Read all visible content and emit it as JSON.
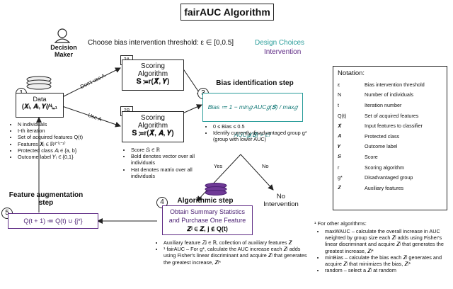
{
  "title": "fairAUC Algorithm",
  "decision_maker": "Decision\nMaker",
  "choose_threshold": "Choose bias intervention threshold: ε ∈ [0,0.5]",
  "legend": {
    "design": "Design Choices",
    "intervention": "Intervention",
    "teal": "#2a9d9a",
    "purple": "#5e2a84"
  },
  "step1": {
    "num": "1",
    "label": "Data",
    "formula": "(𝑿ᵢ, 𝑨ᵢ, 𝒀ᵢ)ᴺᵢ₌₁",
    "bullets": [
      "N individuals",
      "t-th iteration",
      "Set of acquired features Q(t)",
      "Features 𝑿ᵢ ∈ ℝᵈ⁺⁽ᵗ⁻¹⁾",
      "Protected class 𝐴ᵢ ∈ {a, b}",
      "Outcome label 𝑌ᵢ ∈ {0,1}"
    ]
  },
  "dont_use_a": "Don't use A",
  "use_a": "Use A",
  "step2a": {
    "tag": "2A",
    "line1": "Scoring",
    "line2": "Algorithm",
    "formula": "𝐒 ≔r(𝑿̃, 𝒀)"
  },
  "step2b": {
    "tag": "2B",
    "line1": "Scoring",
    "line2": "Algorithm",
    "formula": "𝐒 ≔r(𝑿̃, 𝑨, 𝒀)",
    "bullets": [
      "Score 𝑆ᵢ ∈ ℝ",
      "Bold denotes vector over all individuals",
      "Hat denotes matrix over all individuals"
    ]
  },
  "step3": {
    "num": "3",
    "title": "Bias identification step",
    "formula": "Bias ≔ 1 − min𝑔 AUC𝑔(𝑺) / max𝑔 AUC𝑔(𝑺) > ε?",
    "bullets": [
      "0 ≤ Bias ≤ 0.5",
      "Identify currently disadvantaged group g* (group with lower AUC)"
    ]
  },
  "yes": "Yes",
  "no": "No",
  "no_intervention": "No\nIntervention",
  "step4": {
    "num": "4",
    "title": "Algorithmic step",
    "line1": "Obtain Summary Statistics",
    "line2": "and Purchase One Feature",
    "formula": "𝒁ʲ ∈ 𝒁̃, j ∉ Q(t)",
    "bullets": [
      "Auxiliary feature 𝑍ᵢʲ ∈ ℝ, collection of auxiliary features 𝒁̃",
      "¹ fairAUC – For g*, calculate the AUC increase each 𝒁ʲ adds using Fisher's linear discriminant and acquire 𝒁ʲ that generates the greatest increase, 𝒁ʲ*"
    ]
  },
  "step5": {
    "num": "5",
    "title": "Feature augmentation\nstep",
    "formula": "Q(t + 1) ≔ Q(t) ∪ {j*}"
  },
  "notation": {
    "title": "Notation:",
    "rows": [
      [
        "ε",
        "Bias intervention threshold"
      ],
      [
        "N",
        "Number of individuals"
      ],
      [
        "t",
        "Iteration number"
      ],
      [
        "Q(t)",
        "Set of acquired features"
      ],
      [
        "𝑿̃",
        "Input features to classifier"
      ],
      [
        "𝑨",
        "Protected class"
      ],
      [
        "𝒀",
        "Outcome label"
      ],
      [
        "𝑺",
        "Score"
      ],
      [
        "r",
        "Scoring algorithm"
      ],
      [
        "g*",
        "Disadvantaged group"
      ],
      [
        "𝒁̃",
        "Auxiliary features"
      ]
    ]
  },
  "other": {
    "title": "¹ For other algorithms:",
    "bullets": [
      "maxWAUC – calculate the overall increase in AUC weighted by group size each 𝒁ʲ adds using Fisher's linear discriminant and acquire 𝒁ʲ that generates the greatest increase, 𝒁ʲ*",
      "minBias – calculate the bias each 𝒁ʲ generates and acquire 𝒁ʲ that minimizes the bias, 𝒁ʲ*",
      "random – select a 𝒁ʲ at random"
    ]
  }
}
